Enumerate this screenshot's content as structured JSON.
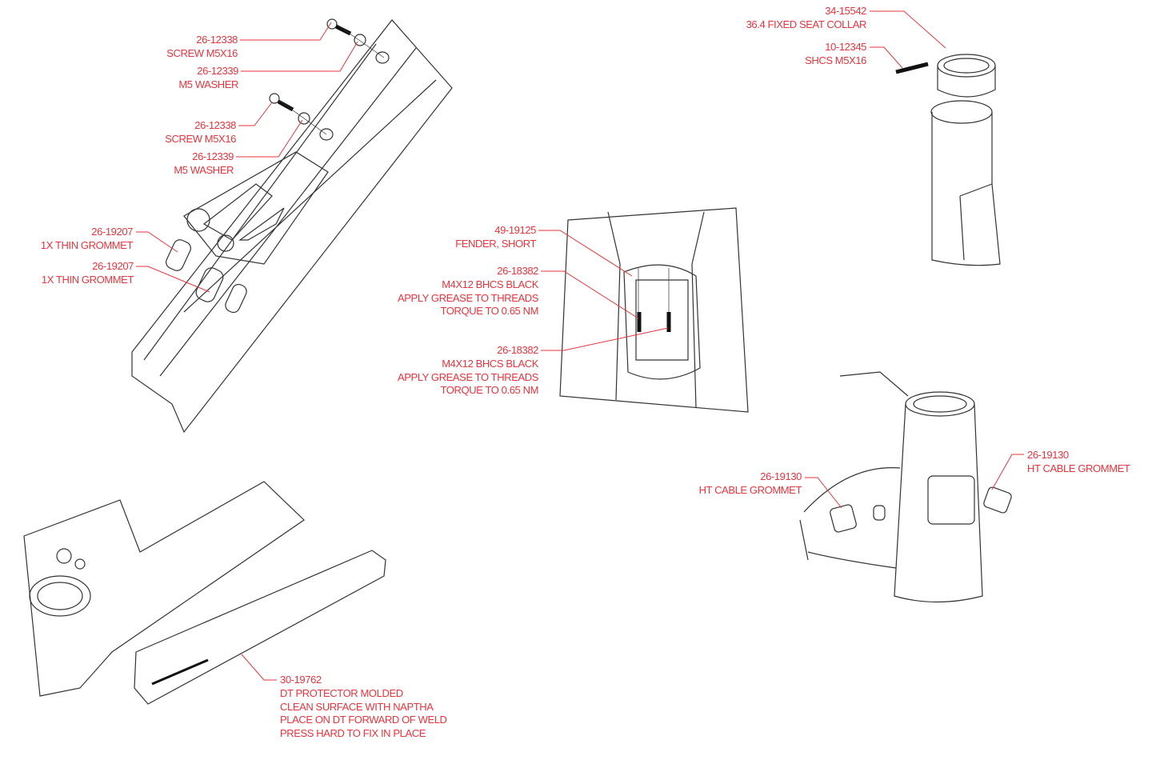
{
  "diagram": {
    "accent_color": "#e8343c",
    "line_color": "#333333"
  },
  "callouts": [
    {
      "part": "26-12338",
      "lines": [
        "SCREW M5X16"
      ]
    },
    {
      "part": "26-12339",
      "lines": [
        "M5 WASHER"
      ]
    },
    {
      "part": "26-12338",
      "lines": [
        "SCREW M5X16"
      ]
    },
    {
      "part": "26-12339",
      "lines": [
        "M5 WASHER"
      ]
    },
    {
      "part": "26-19207",
      "lines": [
        "1X THIN GROMMET"
      ]
    },
    {
      "part": "26-19207",
      "lines": [
        "1X THIN GROMMET"
      ]
    },
    {
      "part": "49-19125",
      "lines": [
        "FENDER, SHORT"
      ]
    },
    {
      "part": "26-18382",
      "lines": [
        "M4X12 BHCS BLACK",
        "APPLY GREASE TO THREADS",
        "TORQUE TO 0.65 NM"
      ]
    },
    {
      "part": "26-18382",
      "lines": [
        "M4X12 BHCS BLACK",
        "APPLY GREASE TO THREADS",
        "TORQUE TO 0.65 NM"
      ]
    },
    {
      "part": "34-15542",
      "lines": [
        "36.4 FIXED SEAT COLLAR"
      ]
    },
    {
      "part": "10-12345",
      "lines": [
        "SHCS M5X16"
      ]
    },
    {
      "part": "26-19130",
      "lines": [
        "HT CABLE GROMMET"
      ]
    },
    {
      "part": "26-19130",
      "lines": [
        "HT CABLE GROMMET"
      ]
    },
    {
      "part": "30-19762",
      "lines": [
        "DT PROTECTOR MOLDED",
        "CLEAN SURFACE WITH NAPTHA",
        "PLACE ON DT FORWARD OF WELD",
        "PRESS HARD TO FIX IN PLACE"
      ]
    }
  ]
}
